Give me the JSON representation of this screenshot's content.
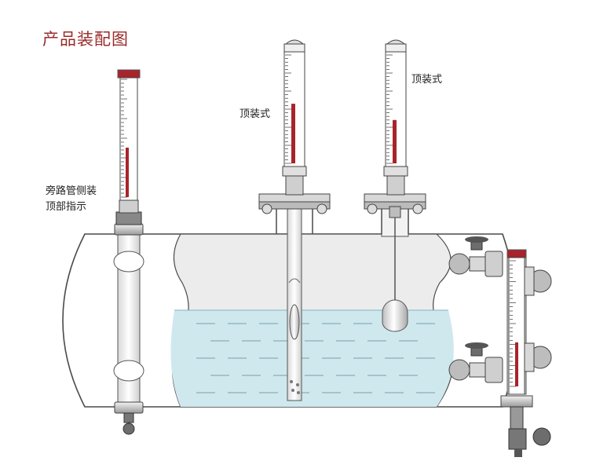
{
  "title": "产品装配图",
  "labels": {
    "bypass_line1": "旁路管侧装",
    "bypass_line2": "顶部指示",
    "top_mount_left": "顶装式",
    "top_mount_right": "顶装式"
  },
  "colors": {
    "title": "#9a2a2a",
    "indicator_red": "#a8232b",
    "liquid": "#cfe8ee",
    "tank_fill": "#ffffff",
    "cutaway": "#ececec",
    "outline": "#4a4a4a"
  },
  "gauges": [
    {
      "name": "bypass-gauge",
      "fill_level": 0.42
    },
    {
      "name": "top-mount-left-gauge",
      "fill_level": 0.55
    },
    {
      "name": "top-mount-right-gauge",
      "fill_level": 0.4
    },
    {
      "name": "side-mount-gauge",
      "fill_level": 0.35
    }
  ]
}
